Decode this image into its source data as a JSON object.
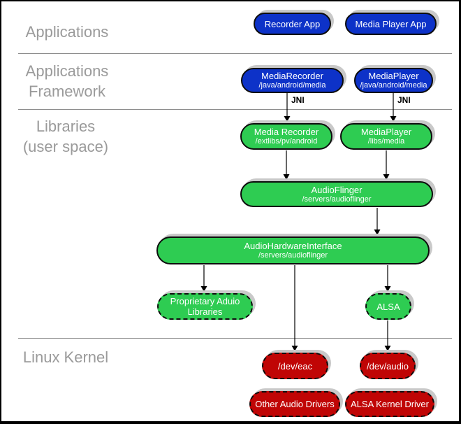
{
  "colors": {
    "blue": "#0d32c8",
    "green": "#2ecc52",
    "red": "#c00505",
    "shadow": "#c9c9c9",
    "label_gray": "#9a9a9a"
  },
  "layers": {
    "applications": {
      "line1": "Applications"
    },
    "applications_framework": {
      "line1": "Applications",
      "line2": "Framework"
    },
    "libraries": {
      "line1": "Libraries",
      "line2": "(user space)"
    },
    "linux_kernel": {
      "line1": "Linux Kernel"
    }
  },
  "edge_labels": {
    "jni_left": "JNI",
    "jni_right": "JNI"
  },
  "nodes": {
    "recorder_app": {
      "title": "Recorder App"
    },
    "media_player_app": {
      "title": "Media Player App"
    },
    "media_recorder_fw": {
      "title": "MediaRecorder",
      "subtitle": "/java/android/media"
    },
    "media_player_fw": {
      "title": "MediaPlayer",
      "subtitle": "/java/android/media"
    },
    "media_recorder_lib": {
      "title": "Media Recorder",
      "subtitle": "/extlibs/pv/android"
    },
    "media_player_lib": {
      "title": "MediaPlayer",
      "subtitle": "/libs/media"
    },
    "audioflinger": {
      "title": "AudioFlinger",
      "subtitle": "/servers/audioflinger"
    },
    "audio_hardware_interface": {
      "title": "AudioHardwareInterface",
      "subtitle": "/servers/audioflinger"
    },
    "proprietary_audio_libraries": {
      "title": "Proprietary Aduio",
      "subtitle": "Libraries"
    },
    "alsa": {
      "title": "ALSA"
    },
    "dev_eac": {
      "title": "/dev/eac"
    },
    "dev_audio": {
      "title": "/dev/audio"
    },
    "other_audio_drivers": {
      "title": "Other Audio Drivers"
    },
    "alsa_kernel_driver": {
      "title": "ALSA Kernel Driver"
    }
  }
}
